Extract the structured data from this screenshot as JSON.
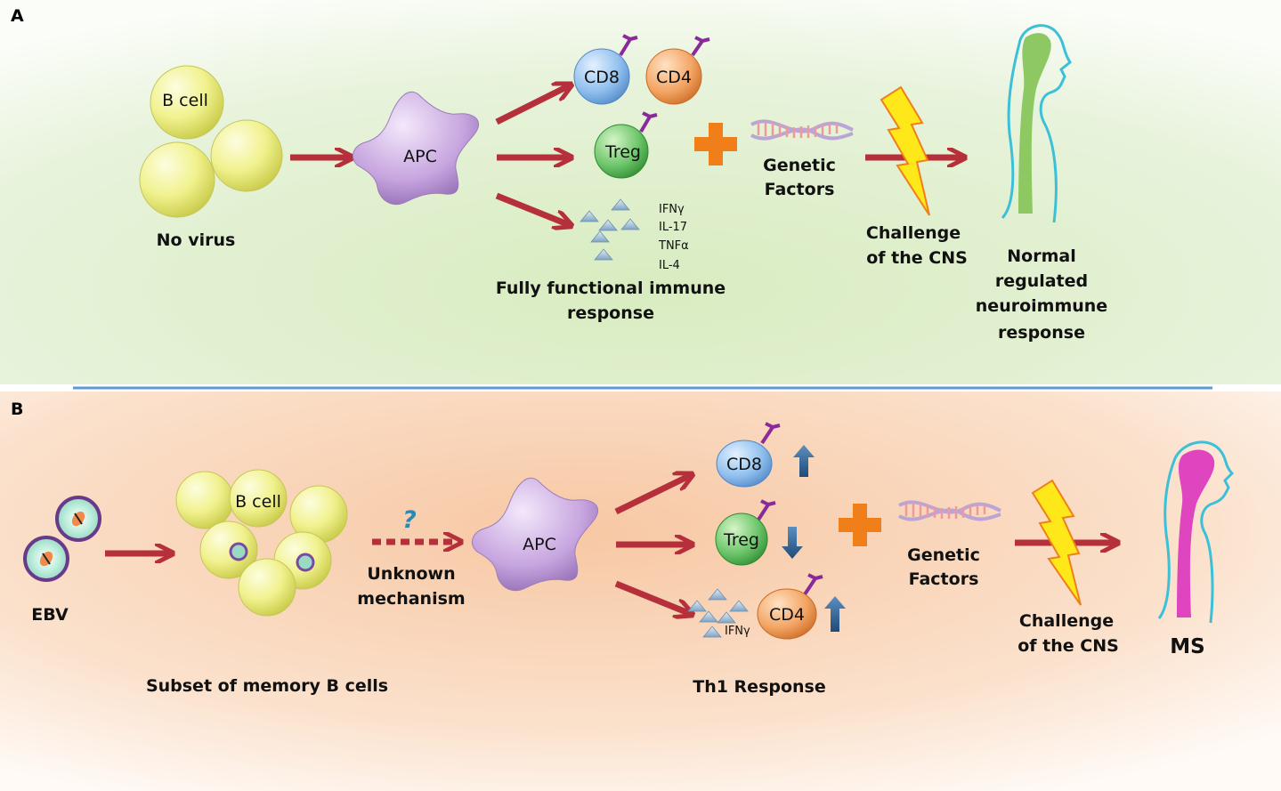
{
  "panel_a": {
    "letter": "A",
    "b_cell": "B cell",
    "no_virus": "No virus",
    "apc": "APC",
    "cd8": "CD8",
    "cd4": "CD4",
    "treg": "Treg",
    "cytokines": [
      "IFNγ",
      "IL-17",
      "TNFα",
      "IL-4"
    ],
    "immune_response": [
      "Fully functional immune",
      "response"
    ],
    "genetic": [
      "Genetic",
      "Factors"
    ],
    "challenge": [
      "Challenge",
      "of the CNS"
    ],
    "outcome": [
      "Normal",
      "regulated",
      "neuroimmune",
      "response"
    ]
  },
  "panel_b": {
    "letter": "B",
    "ebv": "EBV",
    "b_cell": "B cell",
    "memory": "Subset of memory B cells",
    "question": "?",
    "unknown": [
      "Unknown",
      "mechanism"
    ],
    "apc": "APC",
    "cd8": "CD8",
    "treg": "Treg",
    "cd4": "CD4",
    "ifn": "IFNγ",
    "th1": "Th1 Response",
    "genetic": [
      "Genetic",
      "Factors"
    ],
    "challenge": [
      "Challenge",
      "of the CNS"
    ],
    "outcome": "MS"
  },
  "colors": {
    "arrow": "#b5303a",
    "panel_a_bg": "#e3f0d2",
    "panel_b_bg": "#f8d4b8",
    "divider": "#5b9bd5",
    "b_cell": "#eef08a",
    "apc": "#c9a8e0",
    "cd8": "#8fbfee",
    "cd4": "#f0a060",
    "treg": "#6cc56a",
    "plus": "#f07f1a",
    "lightning": "#ffe81a",
    "head_outline": "#3cc0d8",
    "spine_normal": "#8ec863",
    "spine_ms": "#e045c0",
    "up_down_arrow": "#2f5f8a"
  }
}
